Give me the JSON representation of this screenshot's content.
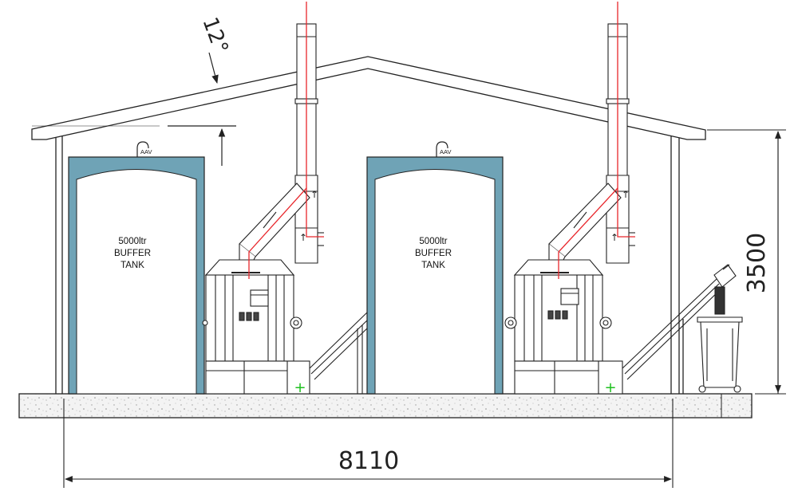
{
  "roof": {
    "pitch_label": "12°"
  },
  "tanks": [
    {
      "aav_label": "AAV",
      "line1": "5000ltr",
      "line2": "BUFFER",
      "line3": "TANK"
    },
    {
      "aav_label": "AAV",
      "line1": "5000ltr",
      "line2": "BUFFER",
      "line3": "TANK"
    }
  ],
  "dimensions": {
    "height": "3500",
    "width": "8110"
  },
  "colors": {
    "tank_shell": "#6fa3b6",
    "flue_line": "#e8262b",
    "plus_mark": "#1ec01e",
    "outline": "#222222"
  },
  "icons": {
    "inlet_marker": "plus-icon",
    "flow_marker": "arrow-up-icon"
  }
}
